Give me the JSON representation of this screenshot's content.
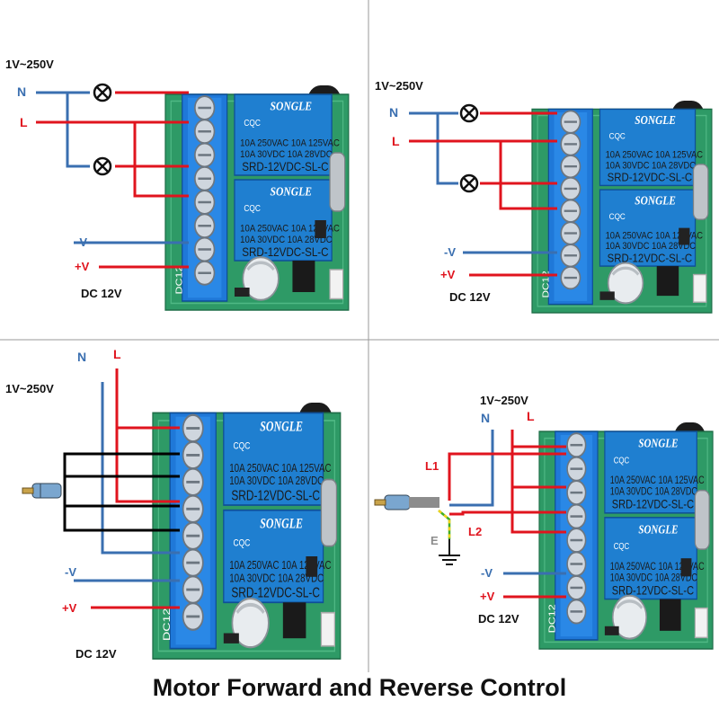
{
  "caption": "Motor Forward and Reverse Control",
  "panels": [
    {
      "id": "p1",
      "voltage": "1V~250V",
      "n_label": "N",
      "l_label": "L",
      "neg_label": "-V",
      "pos_label": "+V",
      "dc_label": "DC 12V",
      "board_label": "DC12"
    },
    {
      "id": "p2",
      "voltage": "1V~250V",
      "n_label": "N",
      "l_label": "L",
      "neg_label": "-V",
      "pos_label": "+V",
      "dc_label": "DC 12V",
      "board_label": "DC12"
    },
    {
      "id": "p3",
      "voltage": "1V~250V",
      "n_label": "N",
      "l_label": "L",
      "neg_label": "-V",
      "pos_label": "+V",
      "dc_label": "DC 12V",
      "board_label": "DC12"
    },
    {
      "id": "p4",
      "voltage": "1V~250V",
      "n_label": "N",
      "l_label": "L",
      "l1_label": "L1",
      "l2_label": "L2",
      "e_label": "E",
      "neg_label": "-V",
      "pos_label": "+V",
      "dc_label": "DC 12V",
      "board_label": "DC12"
    }
  ],
  "relay": {
    "brand": "SONGLE",
    "line1": "10A 250VAC  10A 125VAC",
    "line2": "10A  30VDC  10A  28VDC",
    "model": "SRD-12VDC-SL-C",
    "cert": "CQC"
  },
  "colors": {
    "neutral_wire": "#3a6fb0",
    "live_wire": "#e0141e",
    "motor_wire": "#000000",
    "board_green": "#2e9a66",
    "relay_blue": "#1f7fd0",
    "terminal_blue": "#1f78d8"
  }
}
